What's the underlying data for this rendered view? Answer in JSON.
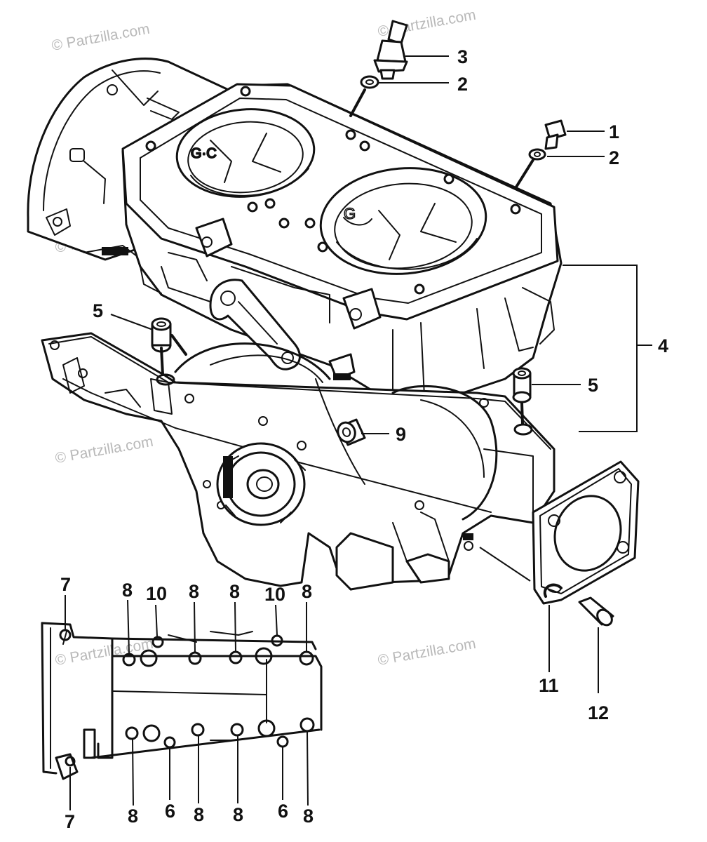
{
  "watermark": "© Partzilla.com",
  "callouts": {
    "c1": "1",
    "c2a": "2",
    "c2b": "2",
    "c3": "3",
    "c4": "4",
    "c5a": "5",
    "c5b": "5",
    "c9": "9",
    "c11": "11",
    "c12": "12",
    "c7a": "7",
    "c7b": "7",
    "c8a": "8",
    "c8b": "8",
    "c8c": "8",
    "c8d": "8",
    "c10a": "10",
    "c10b": "10",
    "c8e": "8",
    "c6a": "6",
    "c8f": "8",
    "c8g": "8",
    "c6b": "6",
    "c8h": "8"
  }
}
